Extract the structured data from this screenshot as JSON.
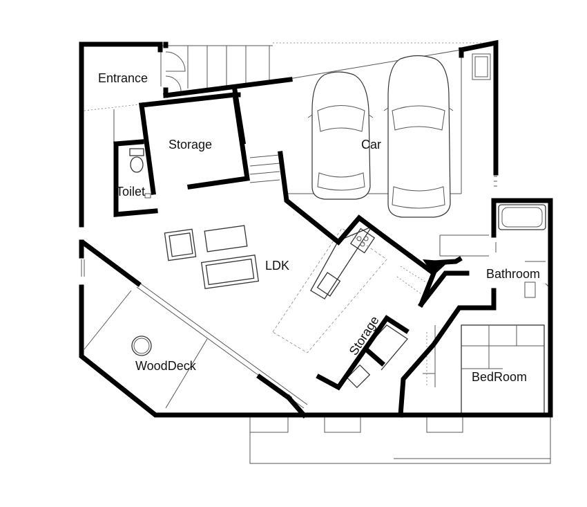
{
  "floor_plan": {
    "rooms": {
      "entrance": "Entrance",
      "storage_main": "Storage",
      "car": "Car",
      "toilet": "Toilet",
      "ldk": "LDK",
      "bathroom": "Bathroom",
      "storage_kitchen": "Storage",
      "wood_deck": "WoodDeck",
      "bedroom": "BedRoom"
    }
  }
}
